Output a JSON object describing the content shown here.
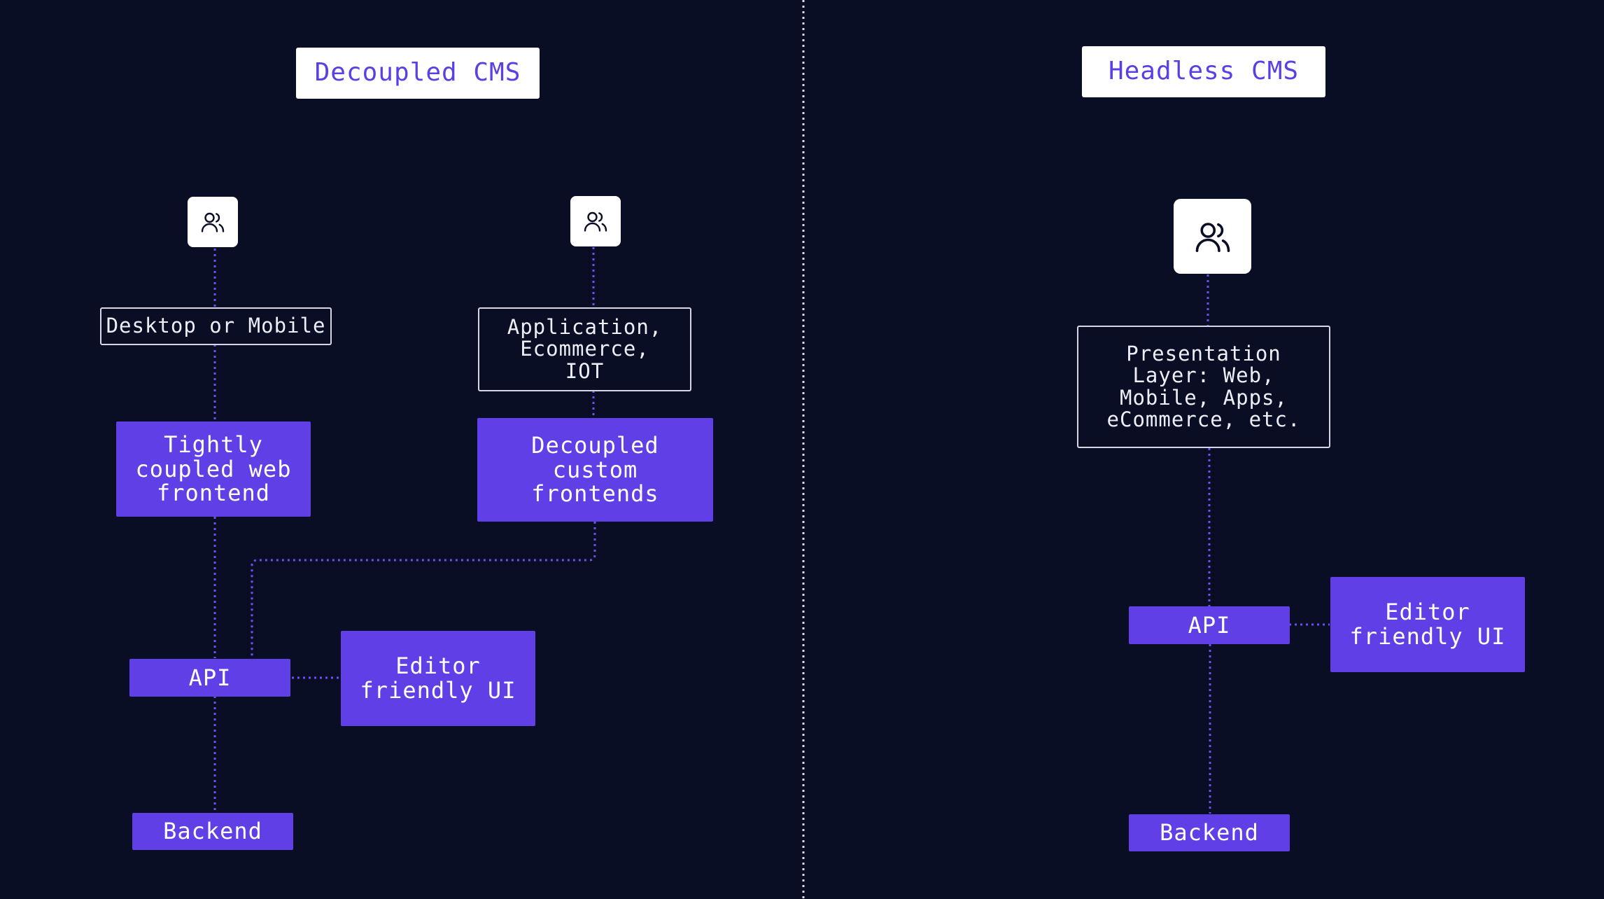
{
  "colors": {
    "background": "#0a0e24",
    "accent": "#6040e6",
    "connector": "#6a52ee",
    "divider": "#d8d8e8"
  },
  "decoupled": {
    "title": "Decoupled CMS",
    "left_client_icon": "users-icon",
    "left_client_label": "Desktop or Mobile",
    "left_frontend": "Tightly\ncoupled web\nfrontend",
    "right_client_icon": "users-icon",
    "right_client_label": "Application,\nEcommerce,\nIOT",
    "right_frontend": "Decoupled\ncustom\nfrontends",
    "api": "API",
    "editor_ui": "Editor\nfriendly UI",
    "backend": "Backend"
  },
  "headless": {
    "title": "Headless CMS",
    "client_icon": "users-icon",
    "presentation_label": "Presentation\nLayer: Web,\nMobile, Apps,\neCommerce, etc.",
    "api": "API",
    "editor_ui": "Editor\nfriendly UI",
    "backend": "Backend"
  }
}
